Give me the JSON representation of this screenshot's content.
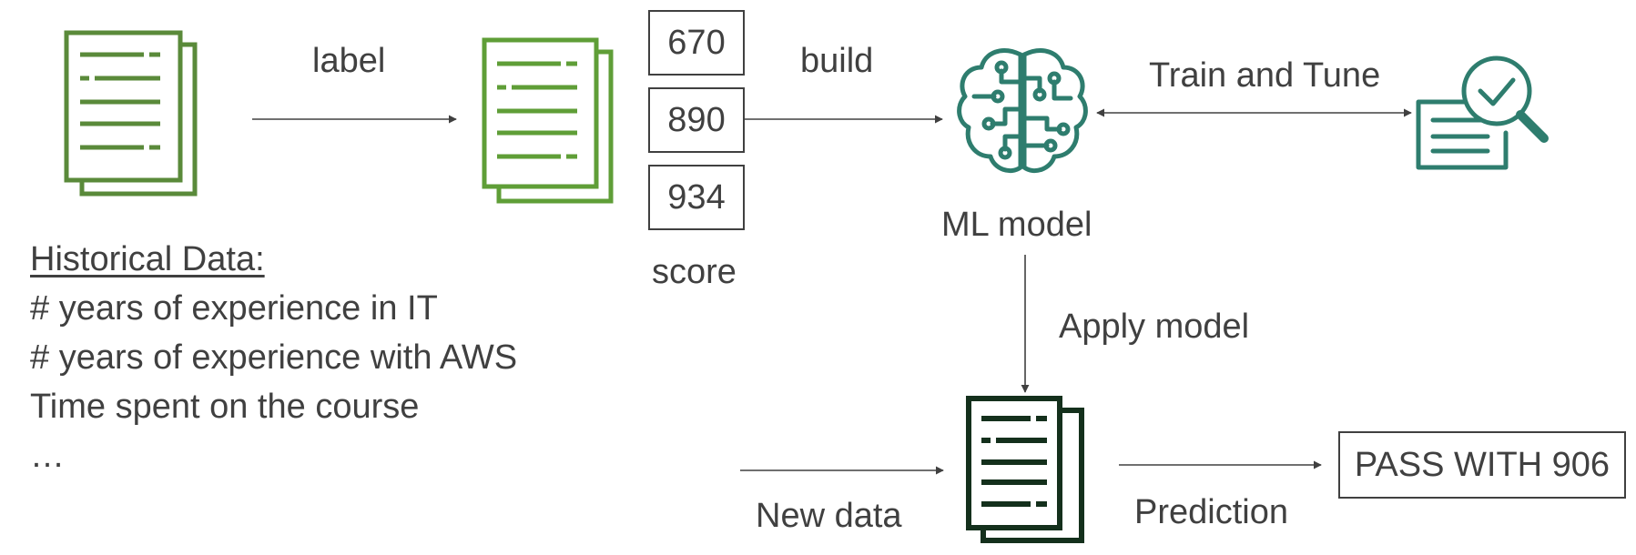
{
  "labels": {
    "label": "label",
    "build": "build",
    "train_and_tune": "Train and Tune",
    "ml_model": "ML model",
    "score": "score",
    "apply_model": "Apply model",
    "new_data": "New data",
    "prediction": "Prediction",
    "result": "PASS WITH 906"
  },
  "scores": [
    "670",
    "890",
    "934"
  ],
  "historical": {
    "title": "Historical Data:",
    "items": [
      "# years of experience in IT",
      "# years of experience with AWS",
      "Time spent on the course",
      "…"
    ]
  },
  "colors": {
    "raw_doc": "#5a8a3a",
    "labeled_doc": "#5f9e37",
    "ml": "#2e7d6e",
    "new_doc": "#14301c",
    "text": "#404040",
    "arrow": "#404040"
  },
  "icons": [
    "document-icon",
    "labeled-document-icon",
    "brain-icon",
    "evaluate-magnifier-icon",
    "new-document-icon"
  ]
}
